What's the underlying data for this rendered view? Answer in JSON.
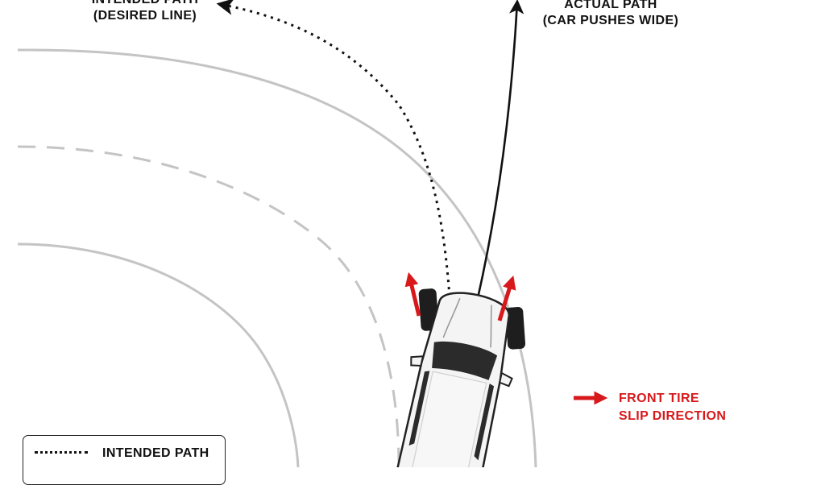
{
  "labels": {
    "intended_line1": "INTENDED PATH",
    "intended_line2": "(DESIRED LINE)",
    "actual_line1": "ACTUAL PATH",
    "actual_line2": "(CAR PUSHES WIDE)",
    "slip_line1": "FRONT TIRE",
    "slip_line2": "SLIP DIRECTION"
  },
  "legend": {
    "items": [
      {
        "label": "INTENDED PATH",
        "style": "dotted"
      }
    ]
  },
  "colors": {
    "path": "#111111",
    "slip_arrow": "#d7191c",
    "road": "#c4c4c4",
    "car_body": "#f4f4f4",
    "glass": "#2b2b2b",
    "tire": "#1e1e1e"
  }
}
